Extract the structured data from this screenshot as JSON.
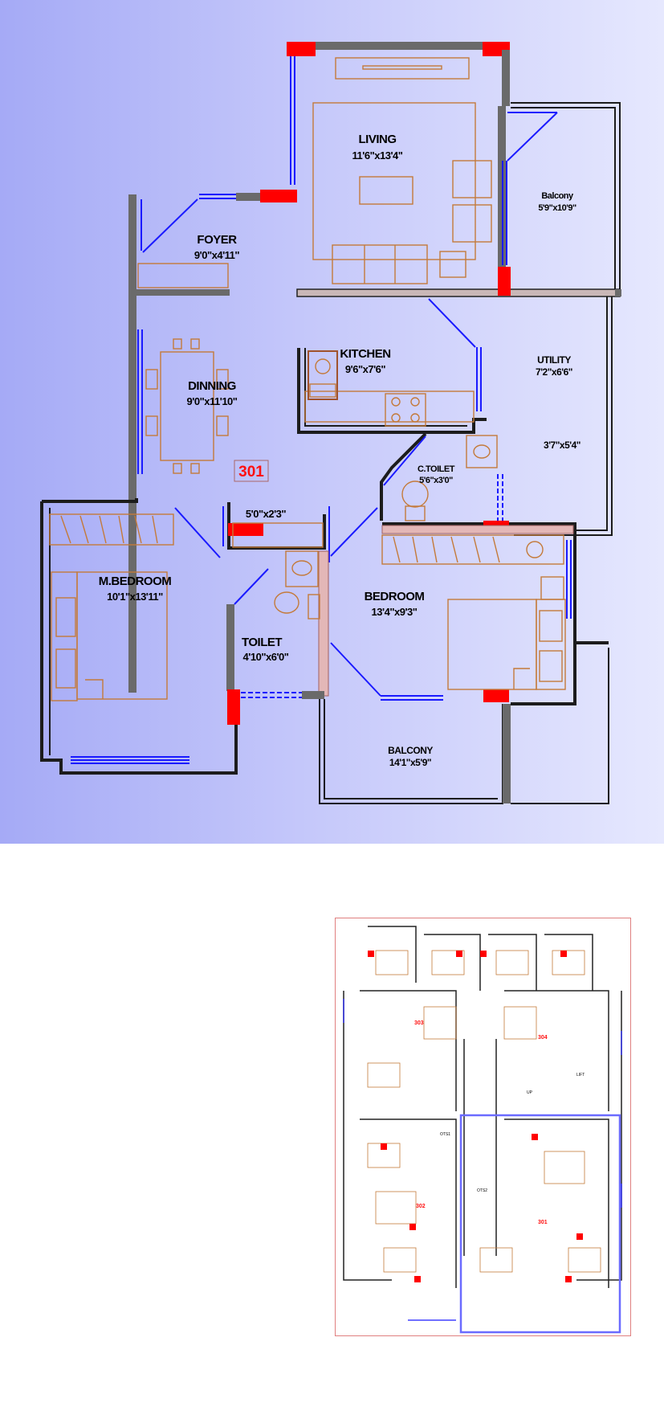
{
  "plan": {
    "unit_number": "301",
    "rooms": {
      "living": {
        "name": "LIVING",
        "size": "11'6\"x13'4\""
      },
      "balcony_1": {
        "name": "Balcony",
        "size": "5'9\"x10'9\""
      },
      "foyer": {
        "name": "FOYER",
        "size": "9'0\"x4'11\""
      },
      "kitchen": {
        "name": "KITCHEN",
        "size": "9'6\"x7'6\""
      },
      "utility": {
        "name": "UTILITY",
        "size": "7'2\"x6'6\""
      },
      "utility_extra": {
        "size": "3'7\"x5'4\""
      },
      "dinning": {
        "name": "DINNING",
        "size": "9'0\"x11'10\""
      },
      "c_toilet": {
        "name": "C.TOILET",
        "size": "5'6\"x3'0\""
      },
      "passage": {
        "size": "5'0\"x2'3\""
      },
      "m_bedroom": {
        "name": "M.BEDROOM",
        "size": "10'1\"x13'11\""
      },
      "bedroom": {
        "name": "BEDROOM",
        "size": "13'4\"x9'3\""
      },
      "toilet": {
        "name": "TOILET",
        "size": "4'10\"x6'0\""
      },
      "balcony_2": {
        "name": "BALCONY",
        "size": "14'1\"x5'9\""
      }
    }
  },
  "key_plan": {
    "units": [
      "303",
      "304",
      "302",
      "301"
    ],
    "labels": {
      "ots1": "OTS1",
      "ots2": "OTS2",
      "up": "UP",
      "lift": "LIFT"
    }
  },
  "colors": {
    "wall": "#1c1c1c",
    "furniture": "#c47a3a",
    "glazing": "#1a1aff",
    "column": "#ff0000",
    "unit_number": "#ff1010"
  }
}
